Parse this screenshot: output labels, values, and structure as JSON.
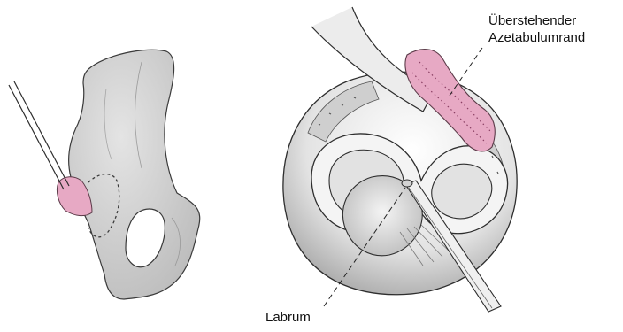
{
  "labels": {
    "rim_line1": "Überstehender",
    "rim_line2": "Azetabulumrand",
    "labrum": "Labrum"
  },
  "colors": {
    "bone": "#d6d6d6",
    "bone_shadow": "#a9a9a9",
    "outline": "#333333",
    "highlight": "#e7a9c4",
    "highlight_dots": "#8a3f63",
    "socket": "#ececec",
    "labrum_fill": "#f3f3f3"
  }
}
